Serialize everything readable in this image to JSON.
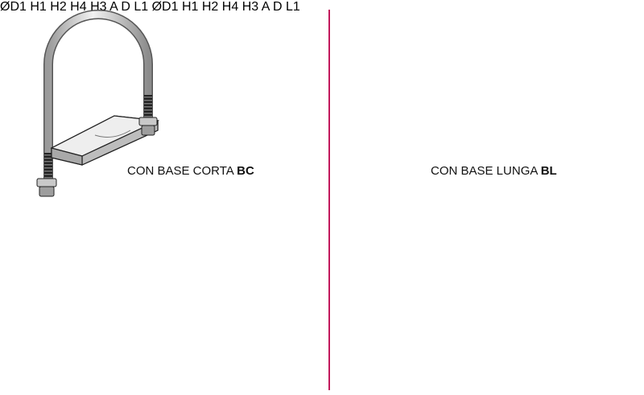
{
  "variants": [
    {
      "caption_text": "CON BASE CORTA ",
      "caption_code": "BC"
    },
    {
      "caption_text": "CON BASE LUNGA ",
      "caption_code": "BL"
    }
  ],
  "dimension_labels": {
    "diameter": "ØD1",
    "h1": "H1",
    "h2": "H2",
    "h3": "H3",
    "h4": "H4",
    "a": "A",
    "l1": "L1",
    "d": "D"
  },
  "colors": {
    "divider": "#c2185b",
    "steel_light": "#e6e6e6",
    "steel_dark": "#8a8a8a",
    "line": "#111111"
  }
}
